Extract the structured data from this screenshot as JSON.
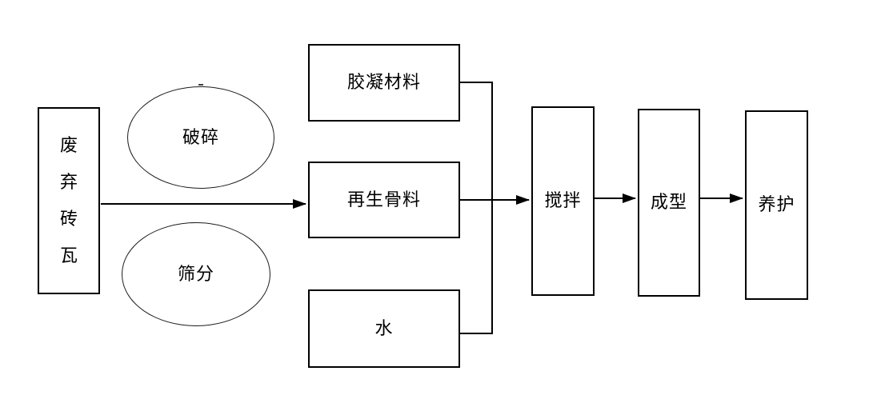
{
  "diagram": {
    "description": "Process flow for producing recycled products from waste bricks and tiles",
    "background_color": "#ffffff",
    "stroke_color": "#000000",
    "nodes": {
      "waste": {
        "label": "废弃砖瓦",
        "shape": "rect",
        "text_orientation": "vertical"
      },
      "crush": {
        "label": "破碎",
        "shape": "ellipse",
        "text_orientation": "horizontal"
      },
      "sieve": {
        "label": "筛分",
        "shape": "ellipse",
        "text_orientation": "horizontal"
      },
      "cement": {
        "label": "胶凝材料",
        "shape": "rect",
        "text_orientation": "horizontal"
      },
      "aggregate": {
        "label": "再生骨料",
        "shape": "rect",
        "text_orientation": "horizontal"
      },
      "water": {
        "label": "水",
        "shape": "rect",
        "text_orientation": "horizontal"
      },
      "mix": {
        "label": "搅拌",
        "shape": "rect",
        "text_orientation": "horizontal"
      },
      "form": {
        "label": "成型",
        "shape": "rect",
        "text_orientation": "horizontal"
      },
      "cure": {
        "label": "养护",
        "shape": "rect",
        "text_orientation": "horizontal"
      }
    },
    "edges": [
      {
        "from": "waste",
        "to": "aggregate",
        "arrow": true,
        "note": "passes between crush and sieve ellipses"
      },
      {
        "from": "cement",
        "to": "collector",
        "arrow": false
      },
      {
        "from": "water",
        "to": "collector",
        "arrow": false
      },
      {
        "from": "aggregate",
        "to": "mix",
        "arrow": true,
        "note": "through vertical collector line"
      },
      {
        "from": "mix",
        "to": "form",
        "arrow": true
      },
      {
        "from": "form",
        "to": "cure",
        "arrow": true
      }
    ]
  }
}
